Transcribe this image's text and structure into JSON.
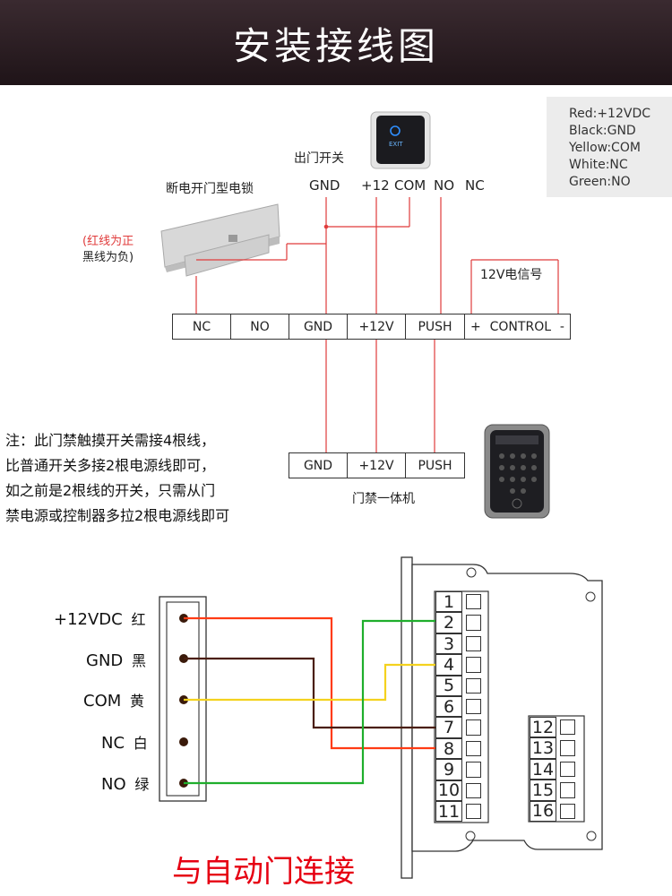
{
  "title": "安装接线图",
  "legend": [
    "Red:+12VDC",
    "Black:GND",
    "Yellow:COM",
    "White:NC",
    "Green:NO"
  ],
  "exit_switch": {
    "label": "出门开关",
    "button_text": "EXIT",
    "terminals": [
      "GND",
      "+12",
      "COM",
      "NO",
      "NC"
    ]
  },
  "lock": {
    "label": "断电开门型电锁",
    "note_red": "(红线为正",
    "note_black": "黑线为负)"
  },
  "signal_label": "12V电信号",
  "controller_terminals": [
    "NC",
    "NO",
    "GND",
    "+12V",
    "PUSH",
    "+",
    "CONTROL",
    "-"
  ],
  "access_terminals": [
    "GND",
    "+12V",
    "PUSH"
  ],
  "access_label": "门禁一体机",
  "note_lines": [
    "注：此门禁触摸开关需接4根线，",
    "比普通开关多接2根电源线即可，",
    "如之前是2根线的开关，只需从门",
    "禁电源或控制器多拉2根电源线即可"
  ],
  "connector_pins": [
    {
      "label": "+12VDC",
      "color_cn": "红"
    },
    {
      "label": "GND",
      "color_cn": "黑"
    },
    {
      "label": "COM",
      "color_cn": "黄"
    },
    {
      "label": "NC",
      "color_cn": "白"
    },
    {
      "label": "NO",
      "color_cn": "绿"
    }
  ],
  "board_terminals_left": [
    "1",
    "2",
    "3",
    "4",
    "5",
    "6",
    "7",
    "8",
    "9",
    "10",
    "11"
  ],
  "board_terminals_right": [
    "12",
    "13",
    "14",
    "15",
    "16"
  ],
  "wire_colors": {
    "red": "#ff3b14",
    "black": "#4a1e0e",
    "yellow": "#f4d21e",
    "green": "#1fae2c",
    "diagram_line": "#e03b3b"
  },
  "bottom_caption": "与自动门连接"
}
